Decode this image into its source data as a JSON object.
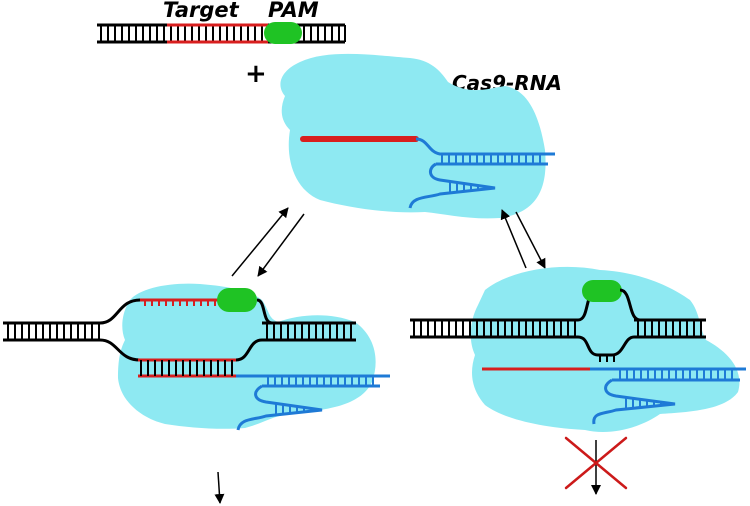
{
  "labels": {
    "target": "Target",
    "pam": "PAM",
    "cas9": "Cas9-RNA",
    "plus": "+"
  },
  "colors": {
    "protein": "#8ee9f2",
    "pam": "#1fc324",
    "target_strand": "#d81e1e",
    "guide_rna": "#1e7ad6",
    "dna": "#000000"
  },
  "icons": [
    "equilibrium-arrows",
    "blocked-cross"
  ]
}
